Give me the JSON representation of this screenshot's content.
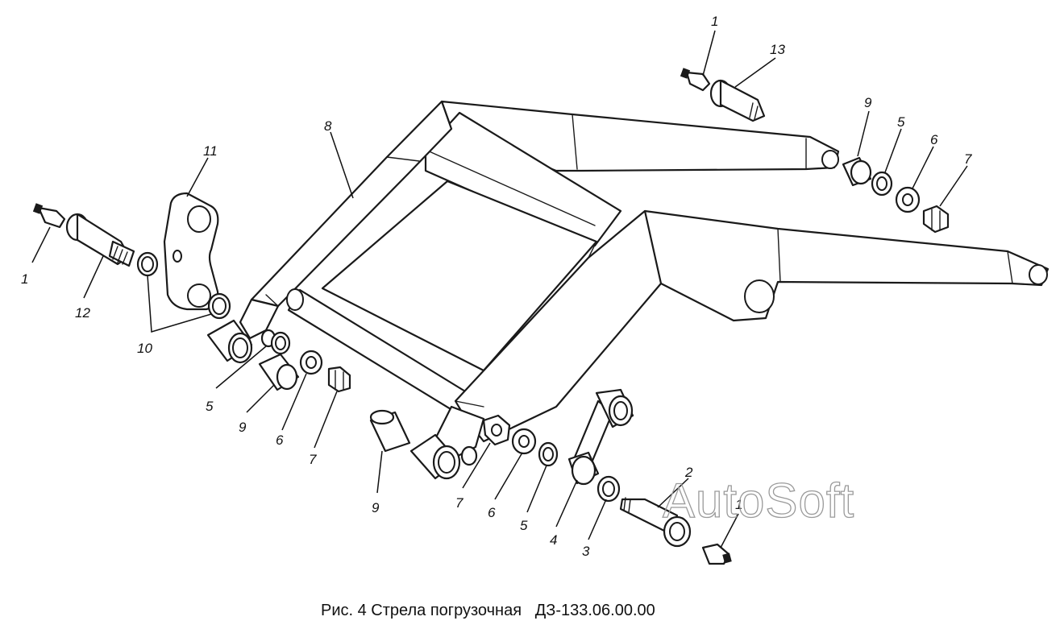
{
  "caption": "Рис. 4 Стрела погрузочная   ДЗ-133.06.00.00",
  "watermark": "AutoSoft",
  "callouts": [
    "1",
    "13",
    "9",
    "5",
    "6",
    "7",
    "8",
    "11",
    "1",
    "12",
    "10",
    "5",
    "9",
    "6",
    "7",
    "9",
    "7",
    "6",
    "5",
    "4",
    "3",
    "2",
    "1"
  ]
}
